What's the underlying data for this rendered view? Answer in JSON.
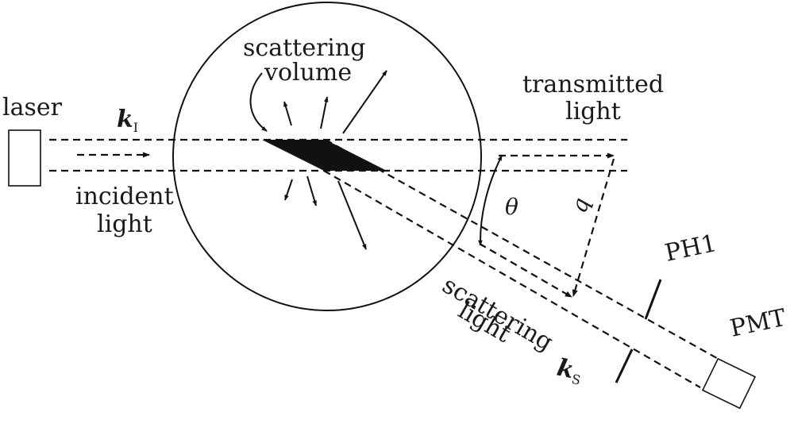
{
  "labels": {
    "laser": "laser",
    "k_incident": "k",
    "k_incident_sub": "I",
    "incident_light": [
      "incident",
      "light"
    ],
    "scattering_volume": [
      "scattering",
      "volume"
    ],
    "transmitted_light": [
      "transmitted",
      "light"
    ],
    "theta": "θ",
    "q": "q",
    "ph1": "PH1",
    "pmt": "PMT",
    "scattering_light": [
      "scattering",
      "light"
    ],
    "k_scattered": "k",
    "k_scattered_sub": "S"
  }
}
